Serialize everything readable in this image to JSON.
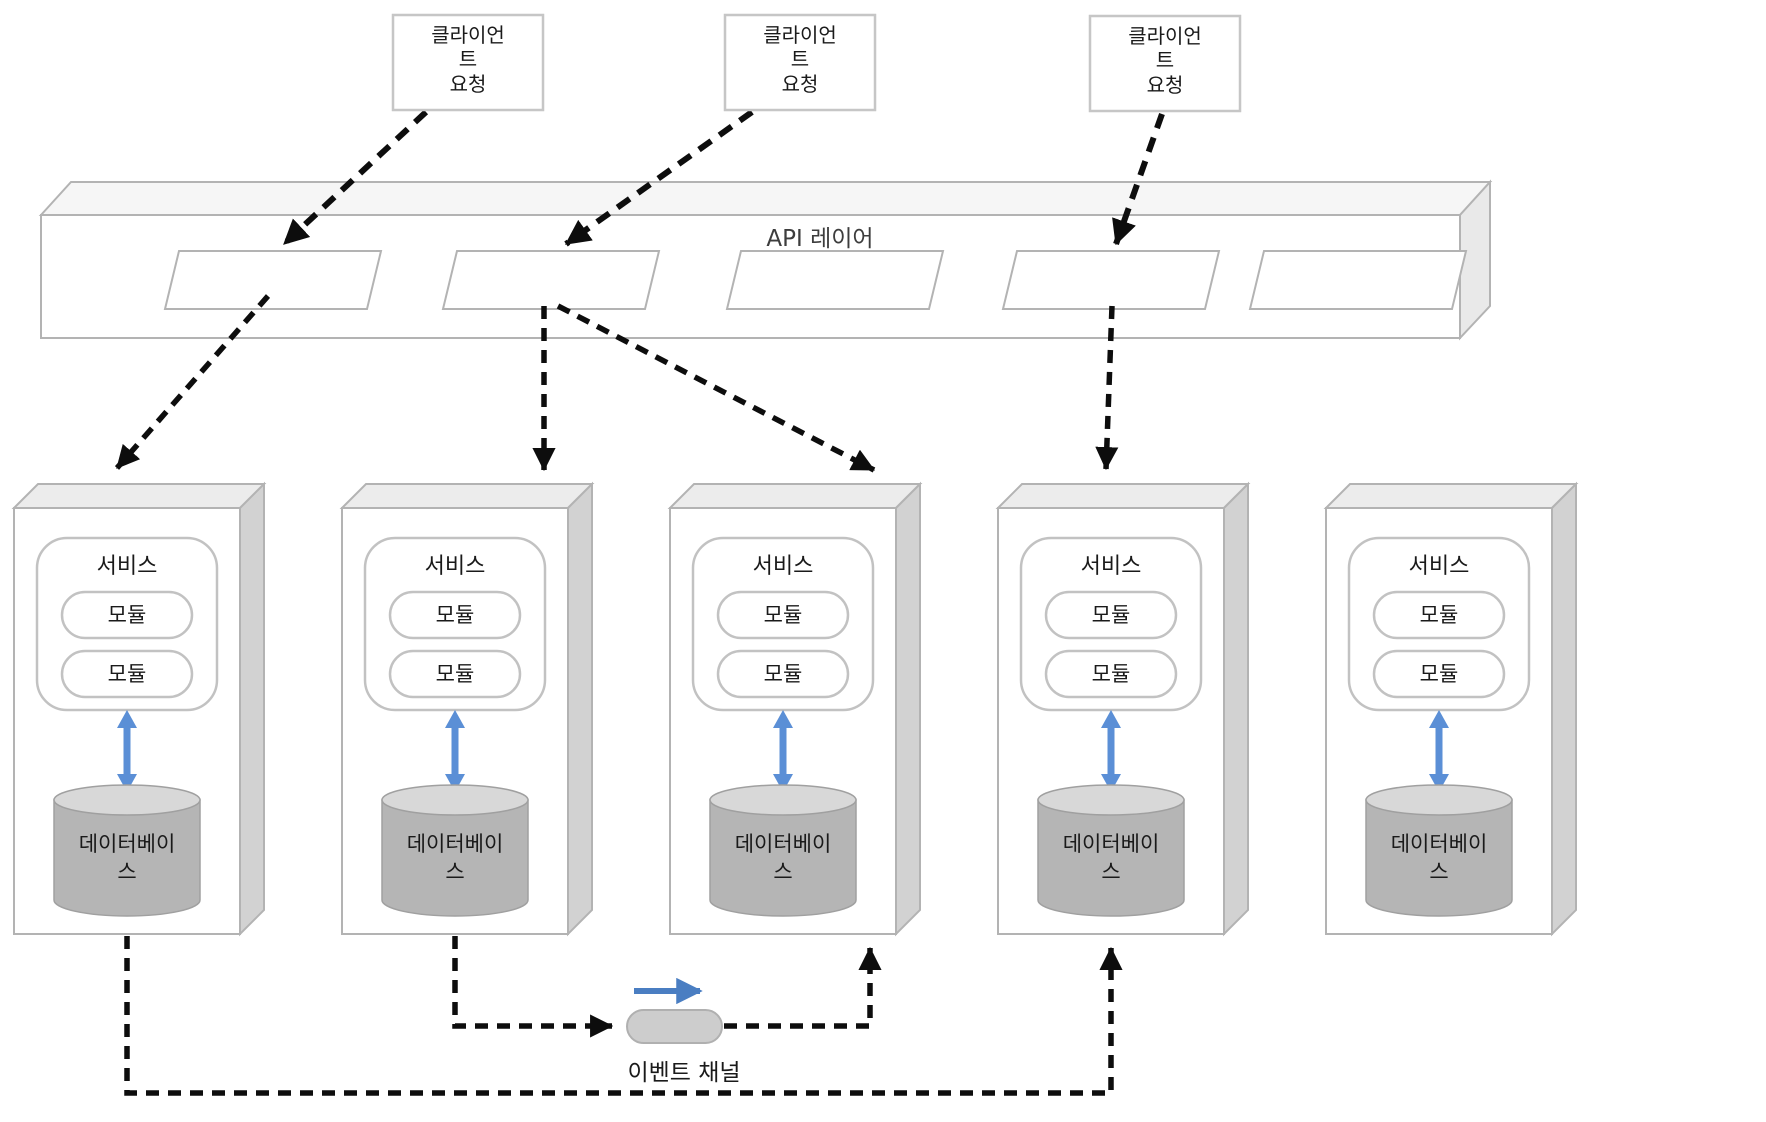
{
  "clients": [
    {
      "lines": [
        "클라이언",
        "트",
        "요청"
      ]
    },
    {
      "lines": [
        "클라이언",
        "트",
        "요청"
      ]
    },
    {
      "lines": [
        "클라이언",
        "트",
        "요청"
      ]
    }
  ],
  "api_layer": {
    "label": "API 레이어",
    "slot_count": 5
  },
  "services": [
    {
      "label": "서비스",
      "modules": [
        "모듈",
        "모듈"
      ],
      "database": {
        "lines": [
          "데이터베이",
          "스"
        ]
      }
    },
    {
      "label": "서비스",
      "modules": [
        "모듈",
        "모듈"
      ],
      "database": {
        "lines": [
          "데이터베이",
          "스"
        ]
      }
    },
    {
      "label": "서비스",
      "modules": [
        "모듈",
        "모듈"
      ],
      "database": {
        "lines": [
          "데이터베이",
          "스"
        ]
      }
    },
    {
      "label": "서비스",
      "modules": [
        "모듈",
        "모듈"
      ],
      "database": {
        "lines": [
          "데이터베이",
          "스"
        ]
      }
    },
    {
      "label": "서비스",
      "modules": [
        "모듈",
        "모듈"
      ],
      "database": {
        "lines": [
          "데이터베이",
          "스"
        ]
      }
    }
  ],
  "event_channel": {
    "label": "이벤트 채널"
  },
  "colors": {
    "dashed_arrow": "#0d0d0d",
    "db_link_arrow": "#5b8fd6",
    "event_flow_arrow": "#4a7ec2",
    "box_stroke": "#b3b3b3",
    "top_face": "#ececec",
    "side_face": "#d2d2d2",
    "cylinder_body": "#b5b5b5",
    "cylinder_top": "#d8d8d8",
    "pipe_fill": "#cdcdcd"
  }
}
